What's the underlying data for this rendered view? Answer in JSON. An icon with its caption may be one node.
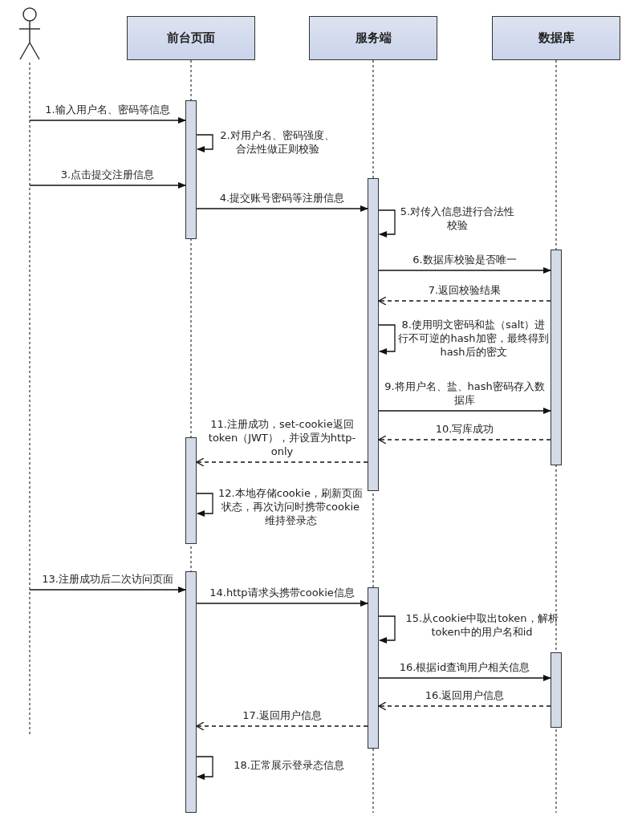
{
  "diagram": {
    "nodes": [
      {
        "text": [],
        "shape": "person"
      },
      {
        "text": [
          "前台页面"
        ]
      },
      {
        "text": [
          "服务端"
        ]
      },
      {
        "text": [
          "数据库"
        ]
      },
      {
        "text": [],
        "shape": "bar",
        "in": 1
      },
      {
        "text": [],
        "shape": "bar",
        "in": 2
      },
      {
        "text": [],
        "shape": "bar",
        "in": 3
      },
      {
        "text": [],
        "shape": "bar",
        "in": 1
      },
      {
        "text": [],
        "shape": "bar",
        "in": 1
      },
      {
        "text": [],
        "shape": "bar",
        "in": 2
      },
      {
        "text": [],
        "shape": "bar",
        "in": 3
      }
    ],
    "edges": [
      {
        "from": 0,
        "to": 4,
        "arrow": "to",
        "label": "1.输入用户名、密码等信息"
      },
      {
        "from": 4,
        "to": 4,
        "arrow": "to",
        "label": "2.对用户名、密码强度、合法性做正则校验"
      },
      {
        "from": 0,
        "to": 4,
        "arrow": "to",
        "label": "3.点击提交注册信息"
      },
      {
        "from": 4,
        "to": 5,
        "arrow": "to",
        "label": "4.提交账号密码等注册信息"
      },
      {
        "from": 5,
        "to": 5,
        "arrow": "to",
        "label": "5.对传入信息进行合法性校验"
      },
      {
        "from": 5,
        "to": 6,
        "arrow": "to",
        "label": "6.数据库校验是否唯一"
      },
      {
        "from": 6,
        "to": 5,
        "arrow": "to",
        "label": "7.返回校验结果",
        "style": "dashed"
      },
      {
        "from": 5,
        "to": 5,
        "arrow": "to",
        "label": "8.使用明文密码和盐（salt）进行不可逆的hash加密，最终得到hash后的密文"
      },
      {
        "from": 5,
        "to": 6,
        "arrow": "to",
        "label": "9.将用户名、盐、hash密码存入数据库"
      },
      {
        "from": 6,
        "to": 5,
        "arrow": "to",
        "label": "10.写库成功",
        "style": "dashed"
      },
      {
        "from": 5,
        "to": 7,
        "arrow": "to",
        "label": "11.注册成功，set-cookie返回 token（JWT），并设置为http-only",
        "style": "dashed"
      },
      {
        "from": 7,
        "to": 7,
        "arrow": "to",
        "label": "12.本地存储cookie，刷新页面状态，再次访问时携带cookie维持登录态"
      },
      {
        "from": 0,
        "to": 8,
        "arrow": "to",
        "label": "13.注册成功后二次访问页面"
      },
      {
        "from": 8,
        "to": 9,
        "arrow": "to",
        "label": "14.http请求头携带cookie信息"
      },
      {
        "from": 9,
        "to": 9,
        "arrow": "to",
        "label": "15.从cookie中取出token，解析token中的用户名和id"
      },
      {
        "from": 9,
        "to": 10,
        "arrow": "to",
        "label": "16.根据id查询用户相关信息"
      },
      {
        "from": 10,
        "to": 9,
        "arrow": "to",
        "label": "16.返回用户信息",
        "style": "dashed"
      },
      {
        "from": 9,
        "to": 8,
        "arrow": "to",
        "label": "17.返回用户信息",
        "style": "dashed"
      },
      {
        "from": 8,
        "to": 8,
        "arrow": "to",
        "label": "18.正常展示登录态信息"
      }
    ]
  }
}
